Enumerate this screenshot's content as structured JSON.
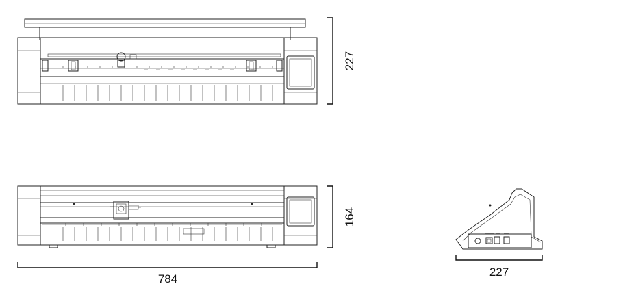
{
  "dimensions": {
    "front_height": "227",
    "back_height": "164",
    "overall_width": "784",
    "side_depth": "227"
  }
}
